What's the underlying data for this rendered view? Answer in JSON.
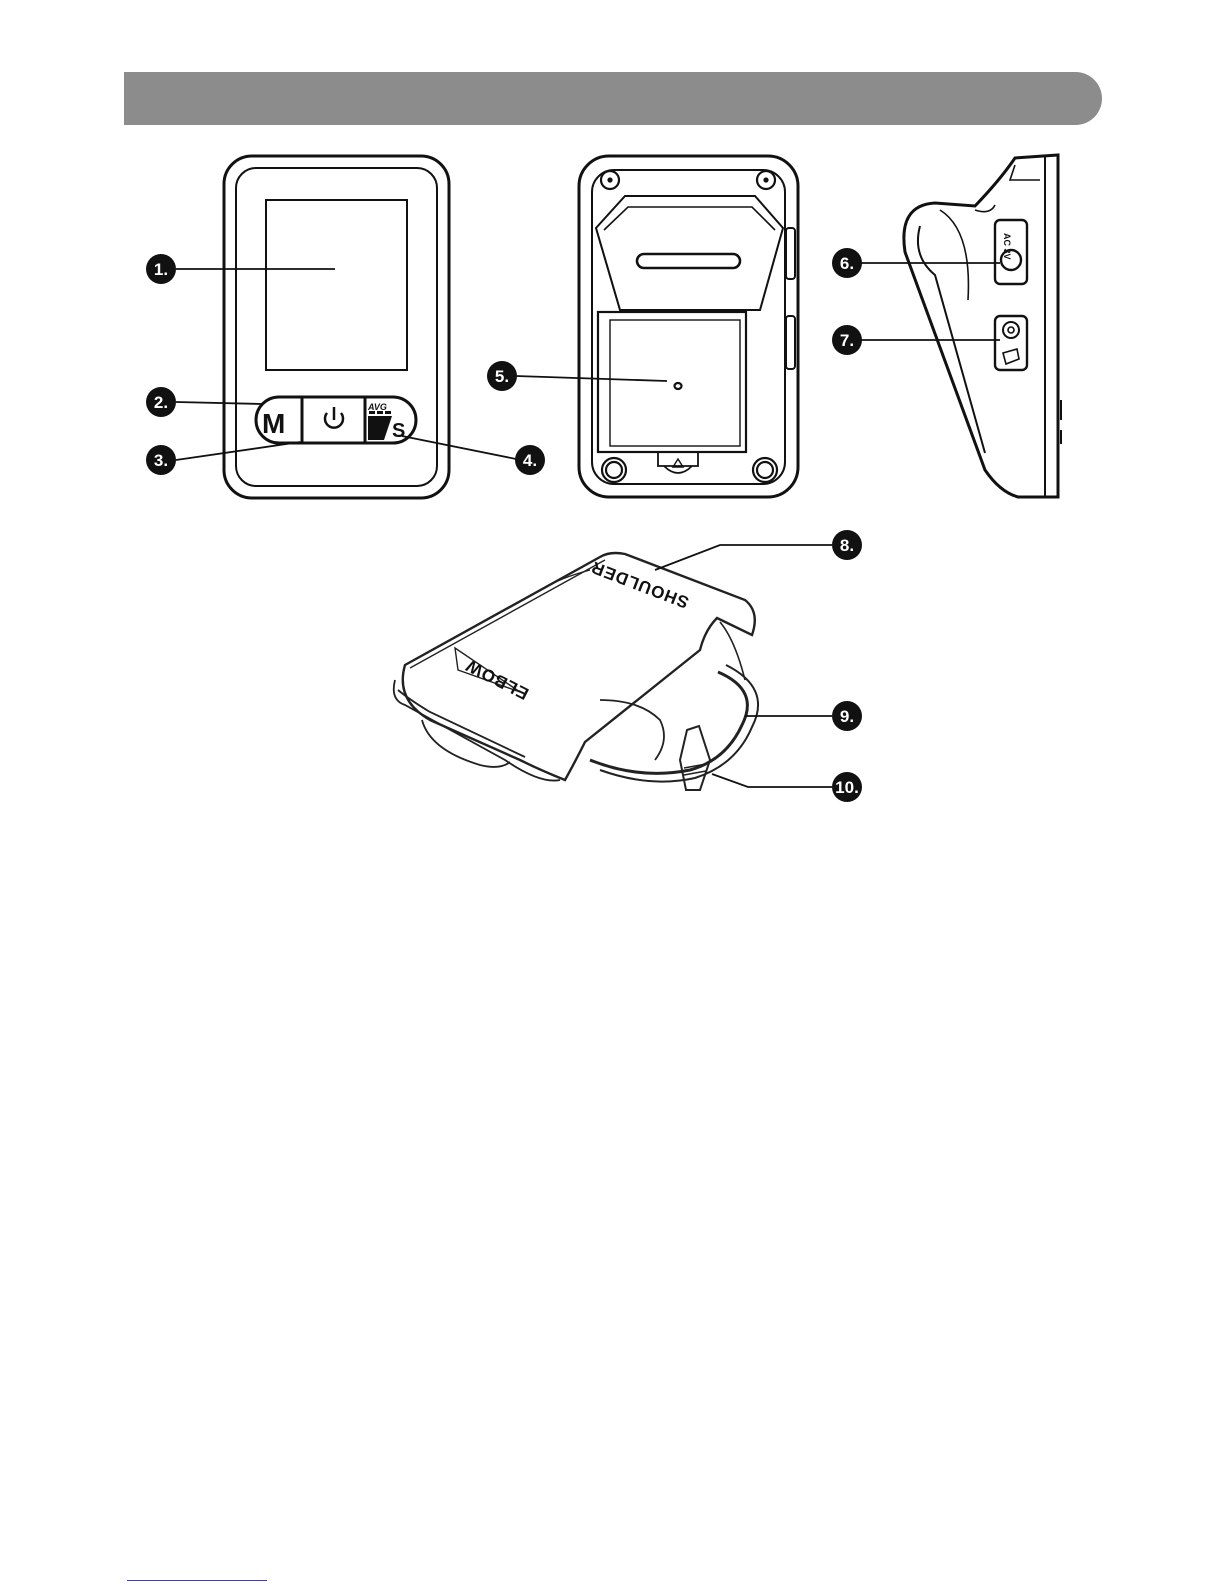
{
  "colors": {
    "title_bar": "#8c8c8c",
    "ink": "#111111",
    "footer_rule": "#3b3bd1"
  },
  "callouts": {
    "c1": "1.",
    "c2": "2.",
    "c3": "3.",
    "c4": "4.",
    "c5": "5.",
    "c6": "6.",
    "c7": "7.",
    "c8": "8.",
    "c9": "9.",
    "c10": "10."
  },
  "front": {
    "m_key": "M",
    "s_key": "S",
    "avg_key": "AVG",
    "power_icon": "power-icon"
  },
  "side": {
    "jack_label": "AC 3V",
    "cuff_port_icon": "cuff-port-icon"
  },
  "cuff": {
    "shoulder_text": "SHOULDER",
    "elbow_text": "ELBOW"
  }
}
